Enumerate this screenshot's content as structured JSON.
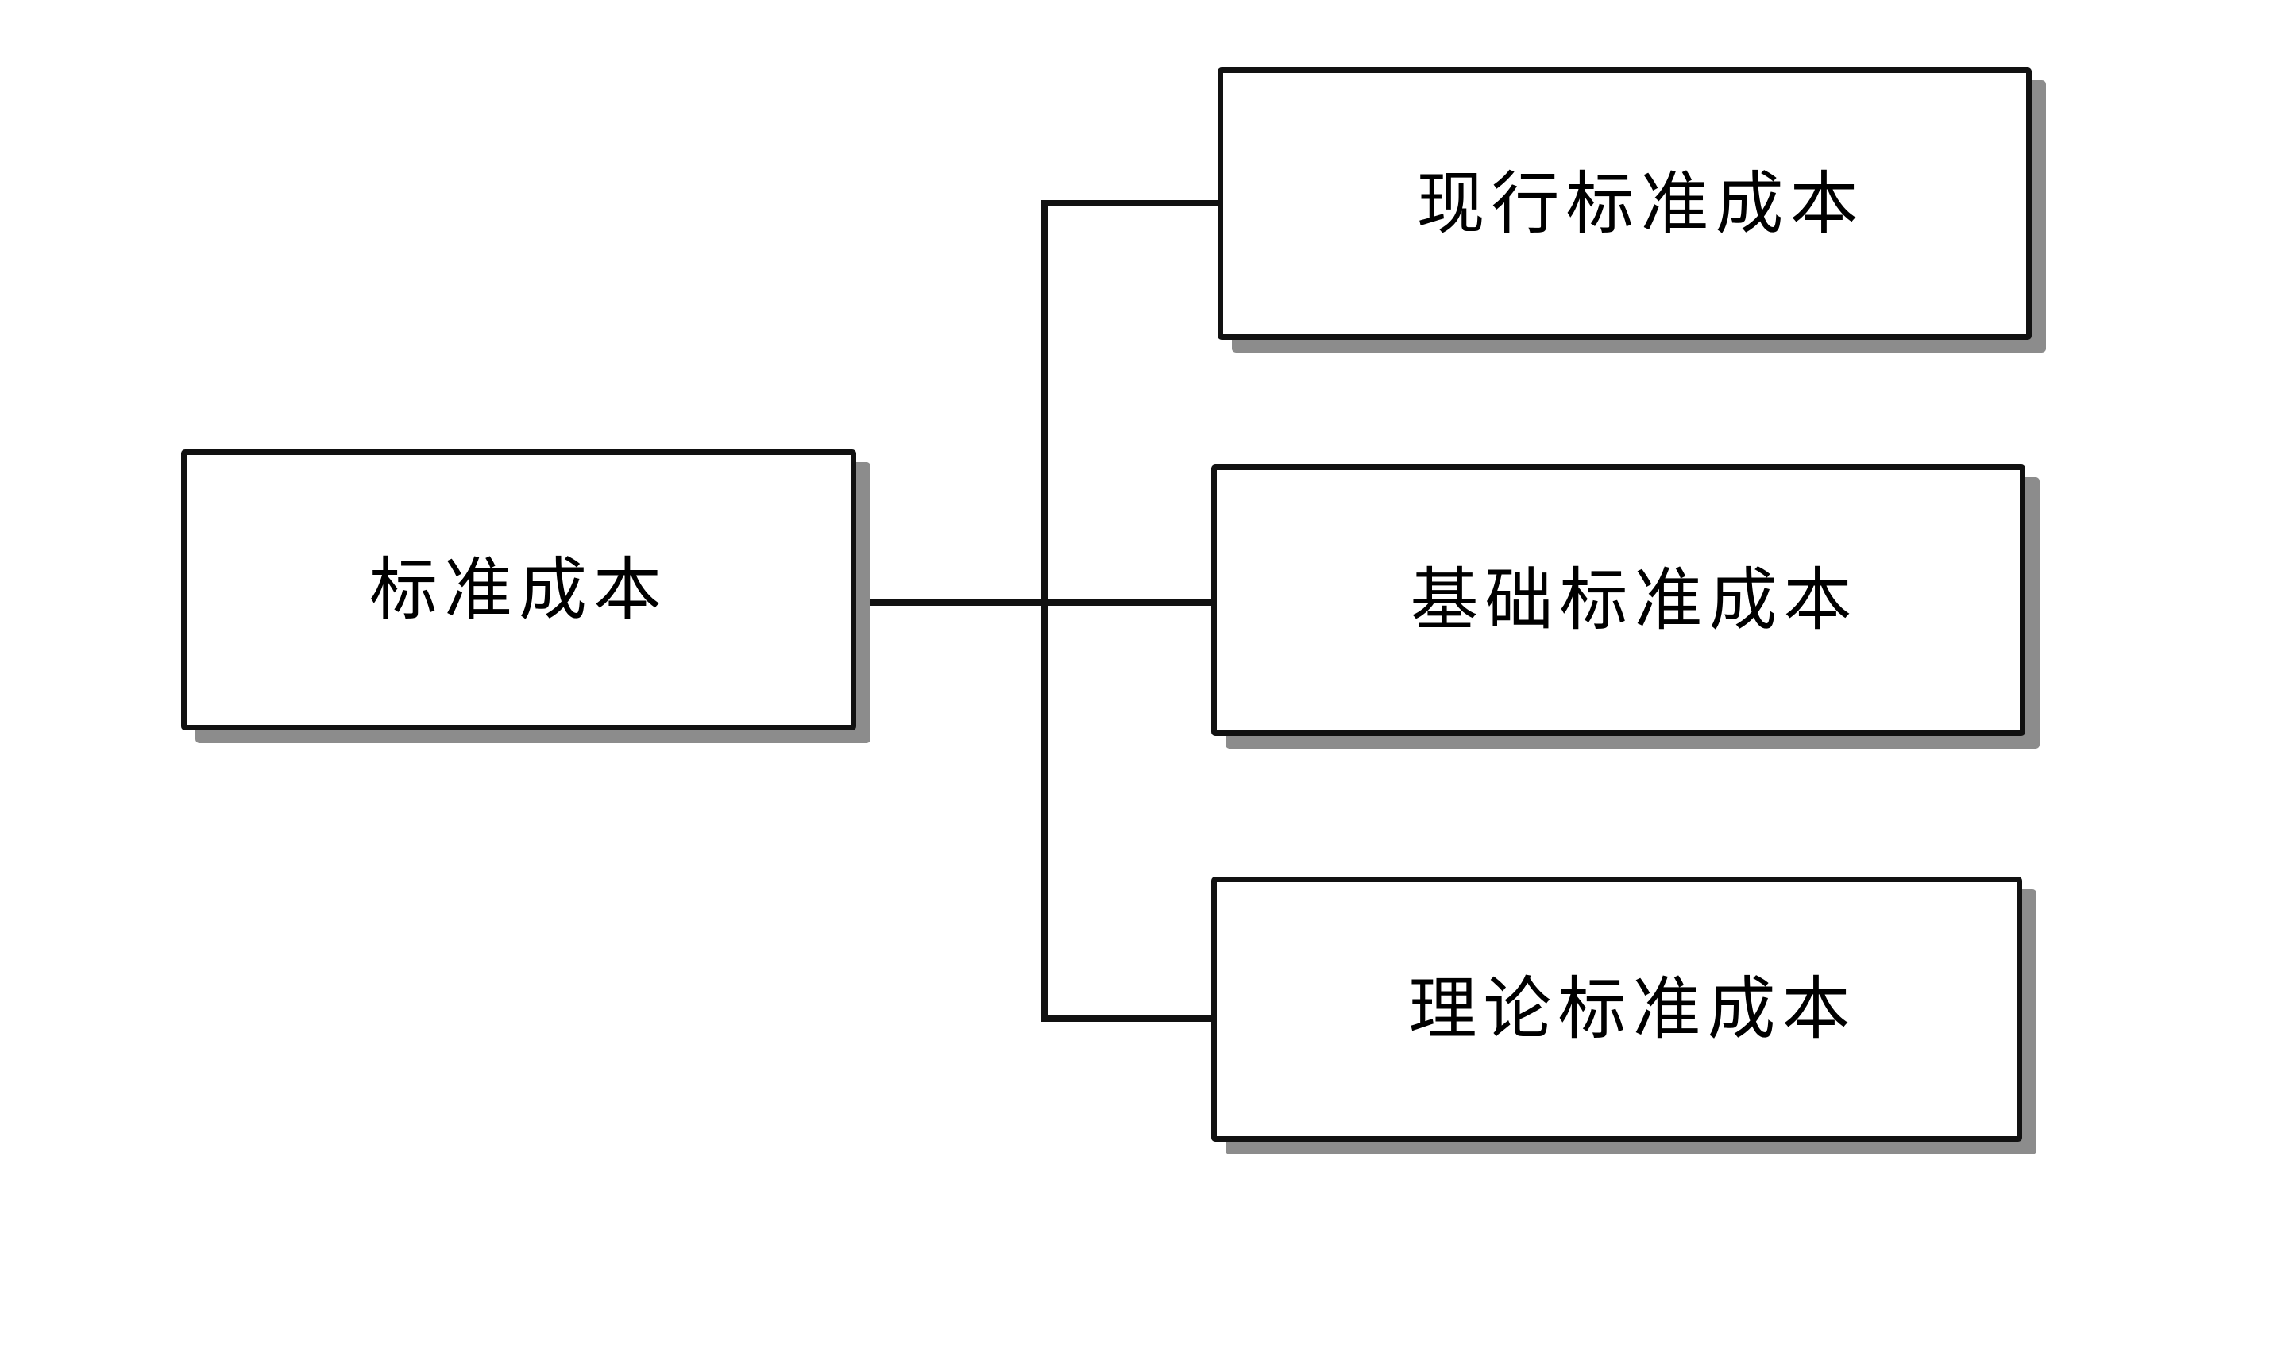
{
  "diagram": {
    "root": {
      "label": "标准成本"
    },
    "children": [
      {
        "label": "现行标准成本"
      },
      {
        "label": "基础标准成本"
      },
      {
        "label": "理论标准成本"
      }
    ]
  },
  "colors": {
    "border": "#111111",
    "shadow": "#8c8c8c",
    "background": "#ffffff",
    "text": "#000000"
  }
}
